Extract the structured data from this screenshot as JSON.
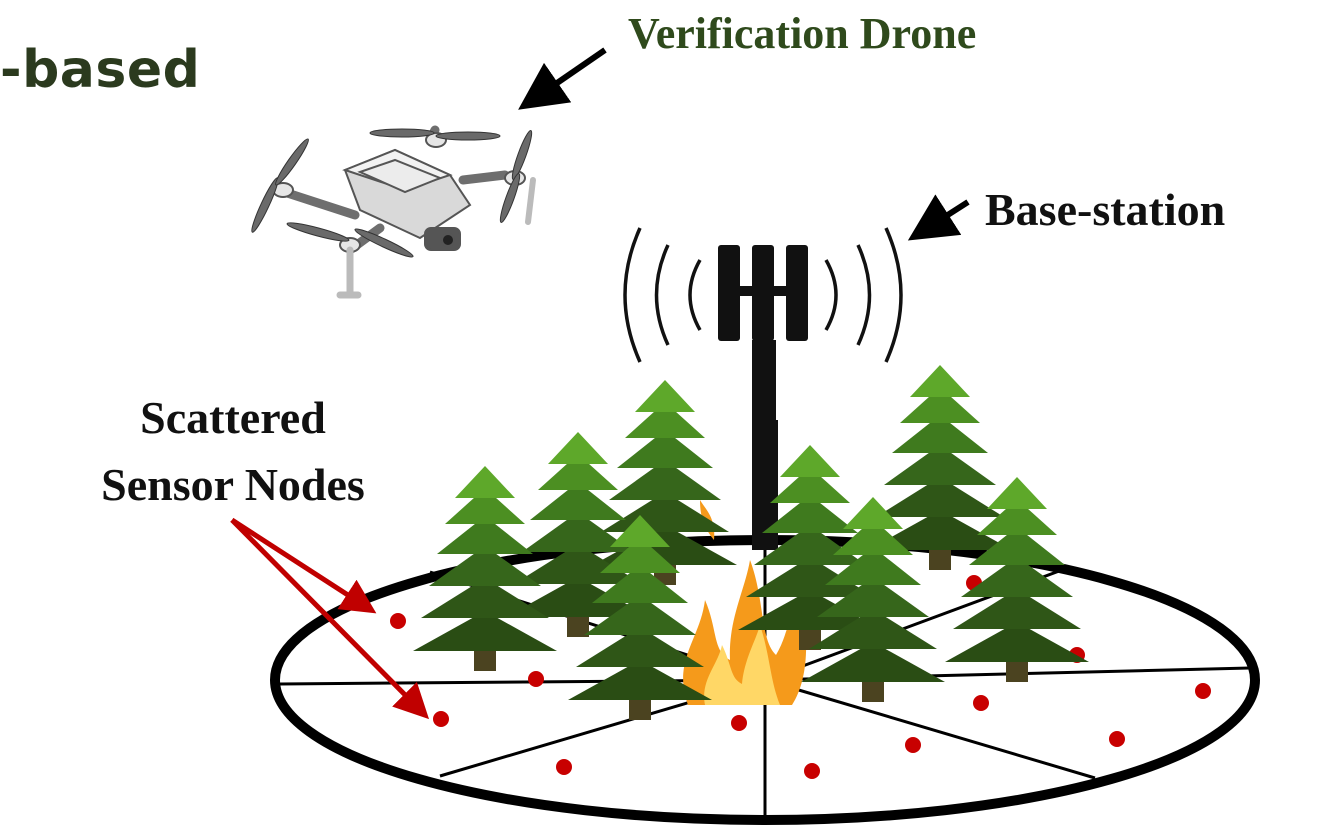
{
  "heading_fragment": "-based",
  "labels": {
    "drone": "Verification Drone",
    "base_station": "Base-station",
    "sensors_line1": "Scattered",
    "sensors_line2": "Sensor Nodes"
  },
  "colors": {
    "heading": "#2b3a1e",
    "drone_label": "#2f4a1c",
    "sensor_node": "#c80000",
    "arrow_red": "#c00000",
    "tree_dark": "#2a4d14",
    "tree_mid": "#3f7a1e",
    "tree_light": "#5ea82a",
    "trunk": "#4b4320",
    "fire_outer": "#f59a1b",
    "fire_inner": "#ffd766"
  },
  "icons": [
    "drone-icon",
    "base-station-icon",
    "signal-wave-icon",
    "tree-icon",
    "fire-icon",
    "sensor-node-icon",
    "arrow-icon"
  ]
}
